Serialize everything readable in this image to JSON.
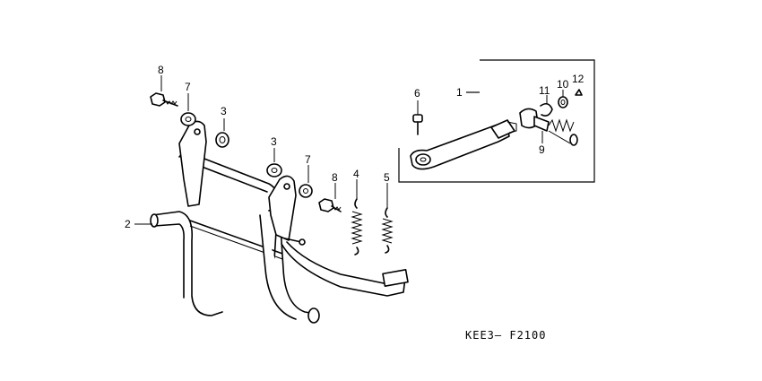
{
  "diagram": {
    "code": "KEE3– F2100",
    "callouts": [
      {
        "id": "c1",
        "label": "1"
      },
      {
        "id": "c2",
        "label": "2"
      },
      {
        "id": "c3a",
        "label": "3"
      },
      {
        "id": "c3b",
        "label": "3"
      },
      {
        "id": "c4",
        "label": "4"
      },
      {
        "id": "c5",
        "label": "5"
      },
      {
        "id": "c6",
        "label": "6"
      },
      {
        "id": "c7a",
        "label": "7"
      },
      {
        "id": "c7b",
        "label": "7"
      },
      {
        "id": "c8a",
        "label": "8"
      },
      {
        "id": "c8b",
        "label": "8"
      },
      {
        "id": "c9",
        "label": "9"
      },
      {
        "id": "c10",
        "label": "10"
      },
      {
        "id": "c11",
        "label": "11"
      },
      {
        "id": "c12",
        "label": "12"
      }
    ]
  }
}
